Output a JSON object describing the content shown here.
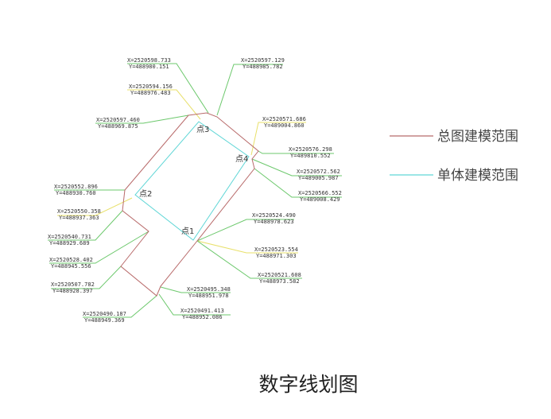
{
  "colors": {
    "total_boundary": "#b86a6a",
    "building_boundary": "#5fd6d6",
    "leader_green": "#6cc86c",
    "leader_yellow": "#e8e06a"
  },
  "points": [
    "点1",
    "点2",
    "点3",
    "点4"
  ],
  "labels": [
    {
      "x": "X=2520598.733",
      "y": "Y=488980.151",
      "color": "green"
    },
    {
      "x": "X=2520597.129",
      "y": "Y=488985.782",
      "color": "green"
    },
    {
      "x": "X=2520594.156",
      "y": "Y=488976.483",
      "color": "yellow"
    },
    {
      "x": "X=2520597.460",
      "y": "Y=488969.875",
      "color": "green"
    },
    {
      "x": "X=2520571.686",
      "y": "Y=489004.860",
      "color": "yellow"
    },
    {
      "x": "X=2520576.298",
      "y": "Y=489810.552",
      "color": "green"
    },
    {
      "x": "X=2520572.562",
      "y": "Y=489005.987",
      "color": "green"
    },
    {
      "x": "X=2520566.552",
      "y": "Y=489008.429",
      "color": "green"
    },
    {
      "x": "X=2520552.896",
      "y": "Y=488930.760",
      "color": "green"
    },
    {
      "x": "X=2520550.358",
      "y": "Y=488937.363",
      "color": "yellow"
    },
    {
      "x": "X=2520540.731",
      "y": "Y=488929.689",
      "color": "green"
    },
    {
      "x": "X=2520528.402",
      "y": "Y=488945.556",
      "color": "green"
    },
    {
      "x": "X=2520507.782",
      "y": "Y=488928.397",
      "color": "green"
    },
    {
      "x": "X=2520490.187",
      "y": "Y=488949.369",
      "color": "green"
    },
    {
      "x": "X=2520495.348",
      "y": "Y=488951.978",
      "color": "green"
    },
    {
      "x": "X=2520491.413",
      "y": "Y=488952.086",
      "color": "green"
    },
    {
      "x": "X=2520524.490",
      "y": "Y=488978.623",
      "color": "green"
    },
    {
      "x": "X=2520523.554",
      "y": "Y=488971.303",
      "color": "yellow"
    },
    {
      "x": "X=2520521.608",
      "y": "Y=488973.582",
      "color": "green"
    }
  ],
  "legend": [
    {
      "label": "总图建模范围",
      "color": "#b86a6a"
    },
    {
      "label": "单体建模范围",
      "color": "#5fd6d6"
    }
  ],
  "caption": "数字线划图"
}
